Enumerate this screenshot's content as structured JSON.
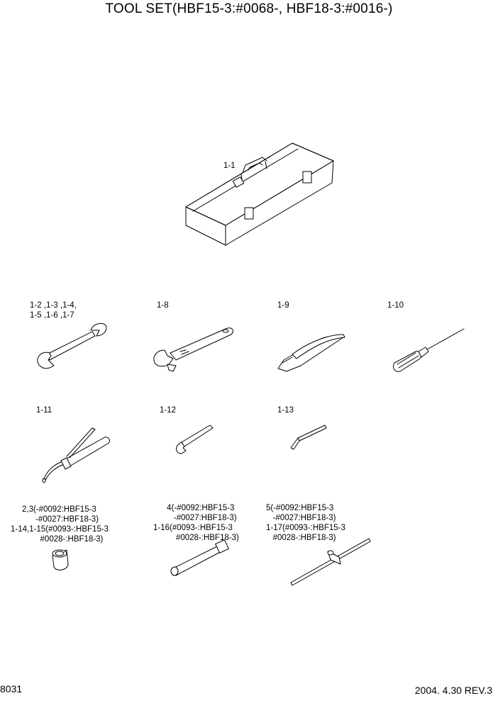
{
  "title": "TOOL SET(HBF15-3:#0068-, HBF18-3:#0016-)",
  "labels": {
    "toolbox": "1-1",
    "wrench": "1-2 ,1-3 ,1-4,\n1-5 ,1-6 ,1-7",
    "adjustable_wrench": "1-8",
    "pliers": "1-9",
    "screwdriver": "1-10",
    "grease_gun": "1-11",
    "hex_key": "1-12",
    "pin": "1-13",
    "socket": "     2,3(-#0092:HBF15-3\n           -#0027:HBF18-3)\n1-14,1-15(#0093-:HBF15-3\n             #0028-:HBF18-3)",
    "extension_bar": "      4(-#0092:HBF15-3\n         -#0027:HBF18-3)\n1-16(#0093-:HBF15-3\n          #0028-:HBF18-3)",
    "t_handle": "5(-#0092:HBF15-3\n   -#0027:HBF18-3)\n1-17(#0093-:HBF15-3\n   #0028-:HBF18-3)"
  },
  "footer": {
    "page_number": "8031",
    "revision": "2004. 4.30 REV.3"
  }
}
